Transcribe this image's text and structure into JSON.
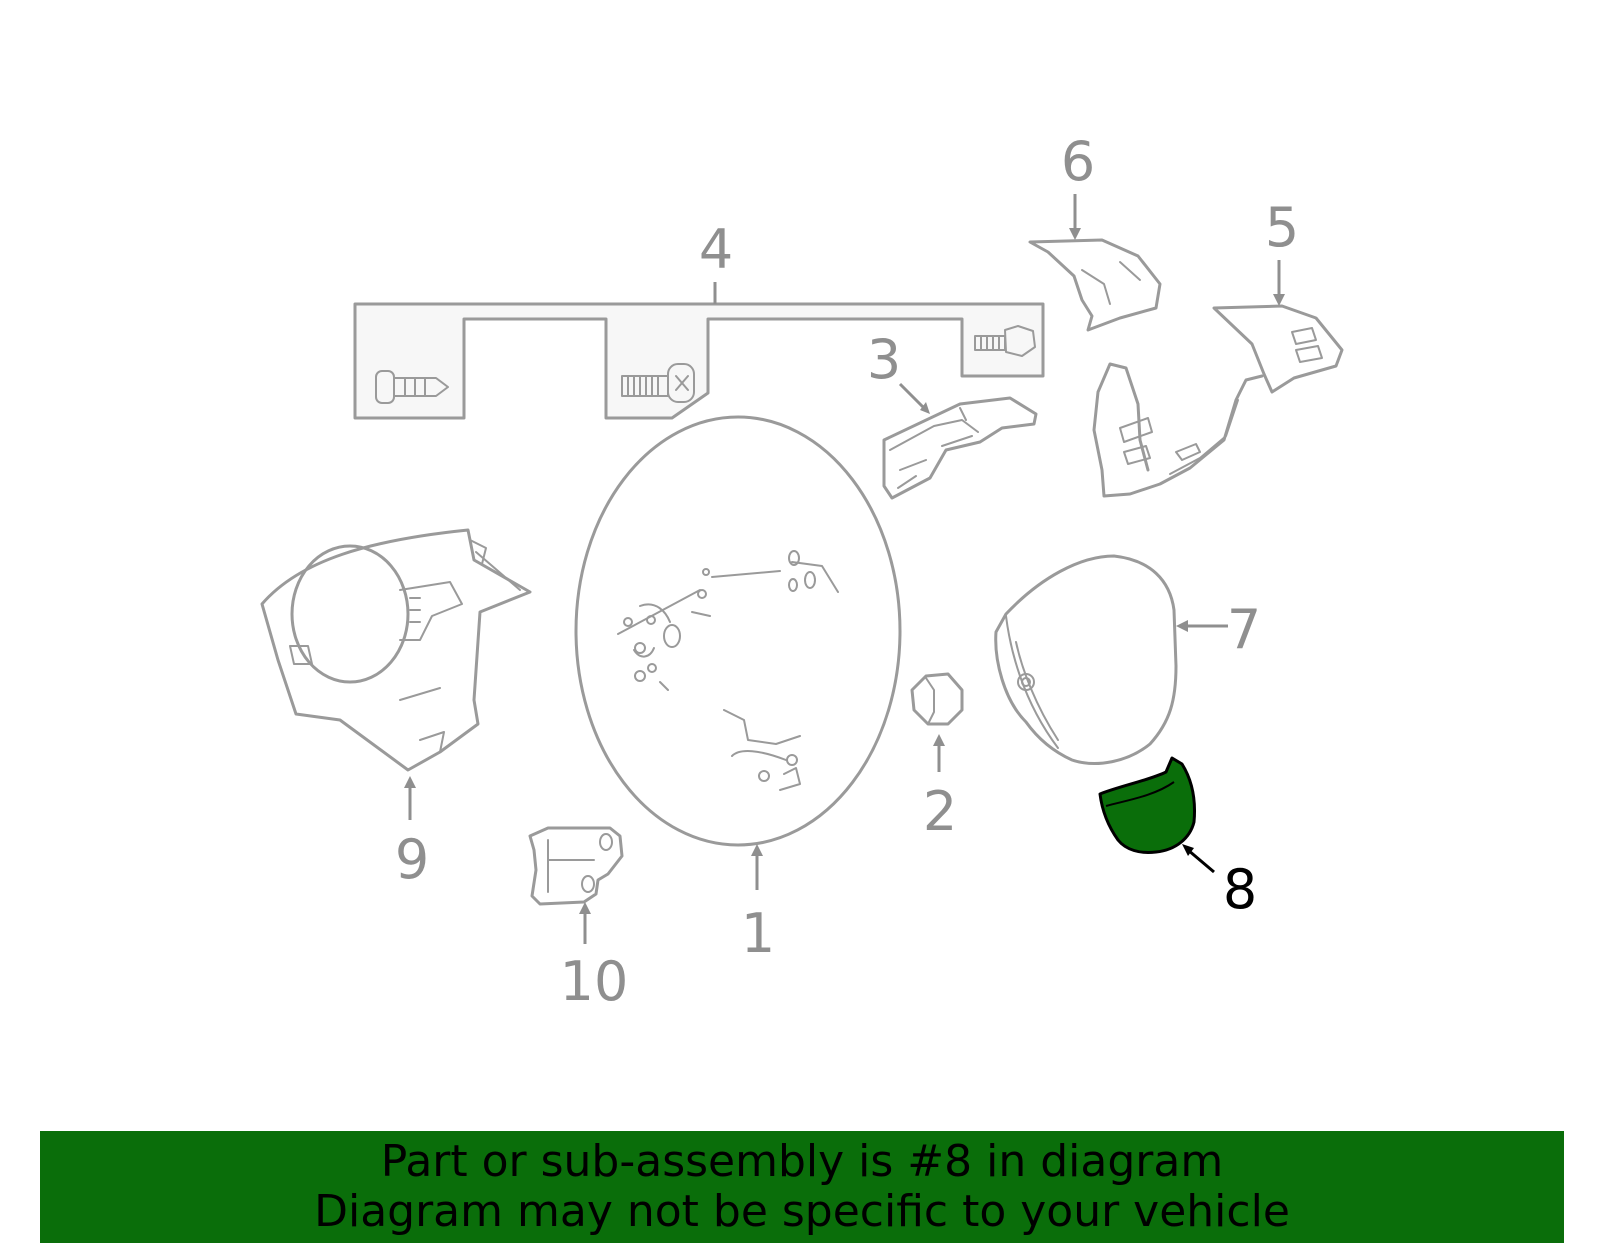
{
  "callouts": {
    "c1": "1",
    "c2": "2",
    "c3": "3",
    "c4": "4",
    "c5": "5",
    "c6": "6",
    "c7": "7",
    "c8": "8",
    "c9": "9",
    "c10": "10"
  },
  "highlighted_part": "8",
  "banner": {
    "line1": "Part or sub-assembly is #8 in diagram",
    "line2": "Diagram may not be specific to your vehicle"
  },
  "colors": {
    "highlight": "#0a6e0a",
    "outline": "#9a9a9a",
    "banner": "#0a6e0a"
  }
}
